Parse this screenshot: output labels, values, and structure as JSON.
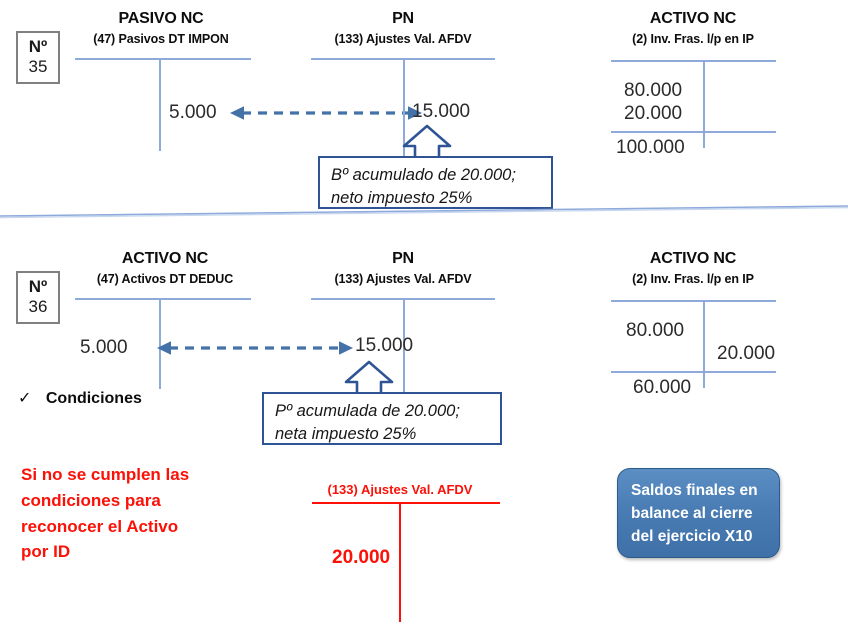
{
  "sections": [
    {
      "badge": {
        "label": "Nº",
        "value": "35"
      },
      "accounts": [
        {
          "title": "PASIVO NC",
          "subtitle": "(47) Pasivos DT IMPON",
          "entries": [
            {
              "side": "credit",
              "value": "5.000"
            }
          ]
        },
        {
          "title": "PN",
          "subtitle": "(133) Ajustes Val. AFDV",
          "entries": [
            {
              "side": "credit",
              "value": "15.000"
            }
          ]
        },
        {
          "title": "ACTIVO NC",
          "subtitle": "(2) Inv. Fras. l/p en IP",
          "entries": [
            {
              "side": "debit",
              "value": "80.000"
            },
            {
              "side": "debit",
              "value": "20.000"
            },
            {
              "side": "debit",
              "value": "100.000"
            }
          ]
        }
      ],
      "callout": {
        "line1": "Bº acumulado de 20.000;",
        "line2": "neto impuesto 25%"
      }
    },
    {
      "badge": {
        "label": "Nº",
        "value": "36"
      },
      "accounts": [
        {
          "title": "ACTIVO NC",
          "subtitle": "(47) Activos DT DEDUC",
          "entries": [
            {
              "side": "debit",
              "value": "5.000"
            }
          ]
        },
        {
          "title": "PN",
          "subtitle": "(133) Ajustes Val. AFDV",
          "entries": [
            {
              "side": "credit",
              "value": "15.000"
            }
          ]
        },
        {
          "title": "ACTIVO NC",
          "subtitle": "(2) Inv. Fras. l/p en IP",
          "entries": [
            {
              "side": "debit",
              "value": "80.000"
            },
            {
              "side": "credit",
              "value": "20.000"
            },
            {
              "side": "debit",
              "value": "60.000"
            }
          ]
        }
      ],
      "callout": {
        "line1": "Pº acumulada de 20.000;",
        "line2": "neta impuesto 25%"
      },
      "conditions": {
        "check": "✓",
        "label": "Condiciones"
      }
    }
  ],
  "footer": {
    "red_note": {
      "line1": "Si no se cumplen las",
      "line2": "condiciones para",
      "line3": "reconocer el Activo",
      "line4": "por ID"
    },
    "red_account": {
      "subtitle": "(133) Ajustes Val. AFDV",
      "amount": "20.000"
    },
    "blue_box": {
      "line1": "Saldos finales en",
      "line2": "balance al cierre",
      "line3": "del ejercicio X10"
    }
  },
  "colors": {
    "rule_blue": "#8eaadb",
    "arrow_blue": "#4472a8",
    "callout_border": "#2f5496",
    "red": "#fb1107",
    "box_blue": "#4a7db4",
    "badge_border": "#808080"
  }
}
